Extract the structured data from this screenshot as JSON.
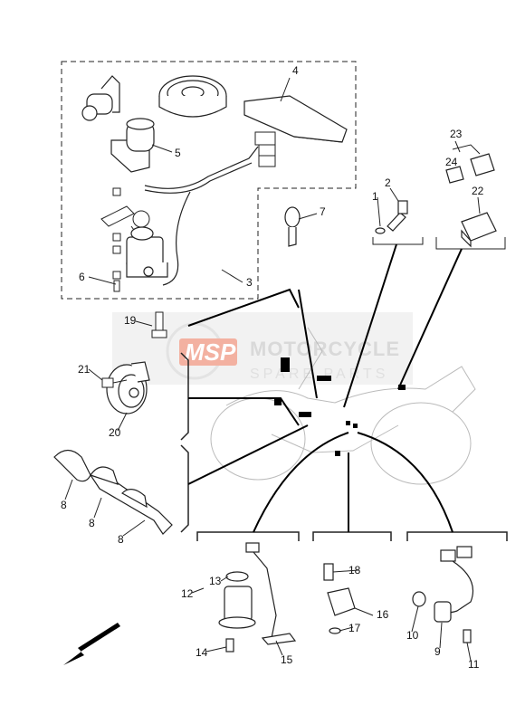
{
  "watermark": {
    "logo": "MSP",
    "line1": "MOTORCYCLE",
    "line2": "SPARE PARTS"
  },
  "callouts": {
    "c1": "1",
    "c2": "2",
    "c3": "3",
    "c4": "4",
    "c5": "5",
    "c6": "6",
    "c7": "7",
    "c8a": "8",
    "c8b": "8",
    "c8c": "8",
    "c9": "9",
    "c10": "10",
    "c11": "11",
    "c12": "12",
    "c13": "13",
    "c14": "14",
    "c15": "15",
    "c16": "16",
    "c17": "17",
    "c18": "18",
    "c19": "19",
    "c20": "20",
    "c21": "21",
    "c22": "22",
    "c23": "23",
    "c24": "24"
  },
  "icons": {
    "direction": "front-arrow-icon"
  }
}
